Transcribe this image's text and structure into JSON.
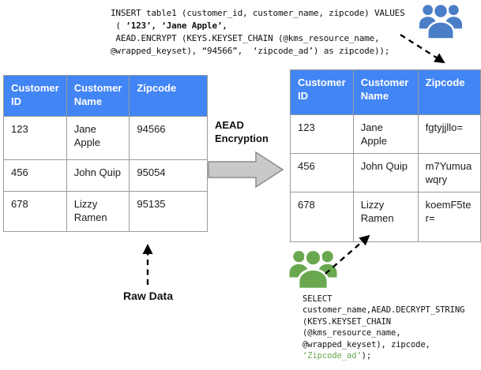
{
  "insert_sql": {
    "line1": "INSERT table1 (customer_id, customer_name, zipcode) VALUES",
    "line2_prefix": " ( ",
    "line2_values": "‘123’, ‘Jane Apple’,",
    "line3": " AEAD.ENCRYPT (KEYS.KEYSET_CHAIN (@kms_resource_name,",
    "line4": "@wrapped_keyset), “94566”,  ‘zipcode_ad’) as zipcode));"
  },
  "select_sql": {
    "line1": "SELECT",
    "line2": "customer_name,AEAD.DECRYPT_STRING",
    "line3": "(KEYS.KEYSET_CHAIN",
    "line4": "(@kms_resource_name,",
    "line5": "@wrapped_keyset), zipcode,",
    "line6_highlight": "‘Zipcode_ad’",
    "line6_rest": ");"
  },
  "plain_table": {
    "headers": [
      "Customer ID",
      "Customer Name",
      "Zipcode"
    ],
    "rows": [
      [
        "123",
        "Jane Apple",
        "94566"
      ],
      [
        "456",
        "John Quip",
        "95054"
      ],
      [
        "678",
        "Lizzy Ramen",
        "95135"
      ]
    ]
  },
  "cipher_table": {
    "headers": [
      "Customer ID",
      "Customer Name",
      "Zipcode"
    ],
    "rows": [
      [
        "123",
        "Jane Apple",
        "fgtyjjllo="
      ],
      [
        "456",
        "John Quip",
        "m7Yumuawqry"
      ],
      [
        "678",
        "Lizzy Ramen",
        "koemF5ter="
      ]
    ]
  },
  "labels": {
    "process": "AEAD Encryption",
    "raw_data": "Raw Data"
  },
  "icons": {
    "top_right": "users-group-icon",
    "bottom": "users-group-icon"
  },
  "colors": {
    "table_header": "#4285f4",
    "users_blue": "#4a7ec7",
    "users_green": "#6aa84f",
    "sql_highlight_green": "#6aa84f",
    "process_arrow_fill": "#c9c9c9",
    "process_arrow_border": "#8c8c8c",
    "dashed_arrow": "#000000"
  }
}
